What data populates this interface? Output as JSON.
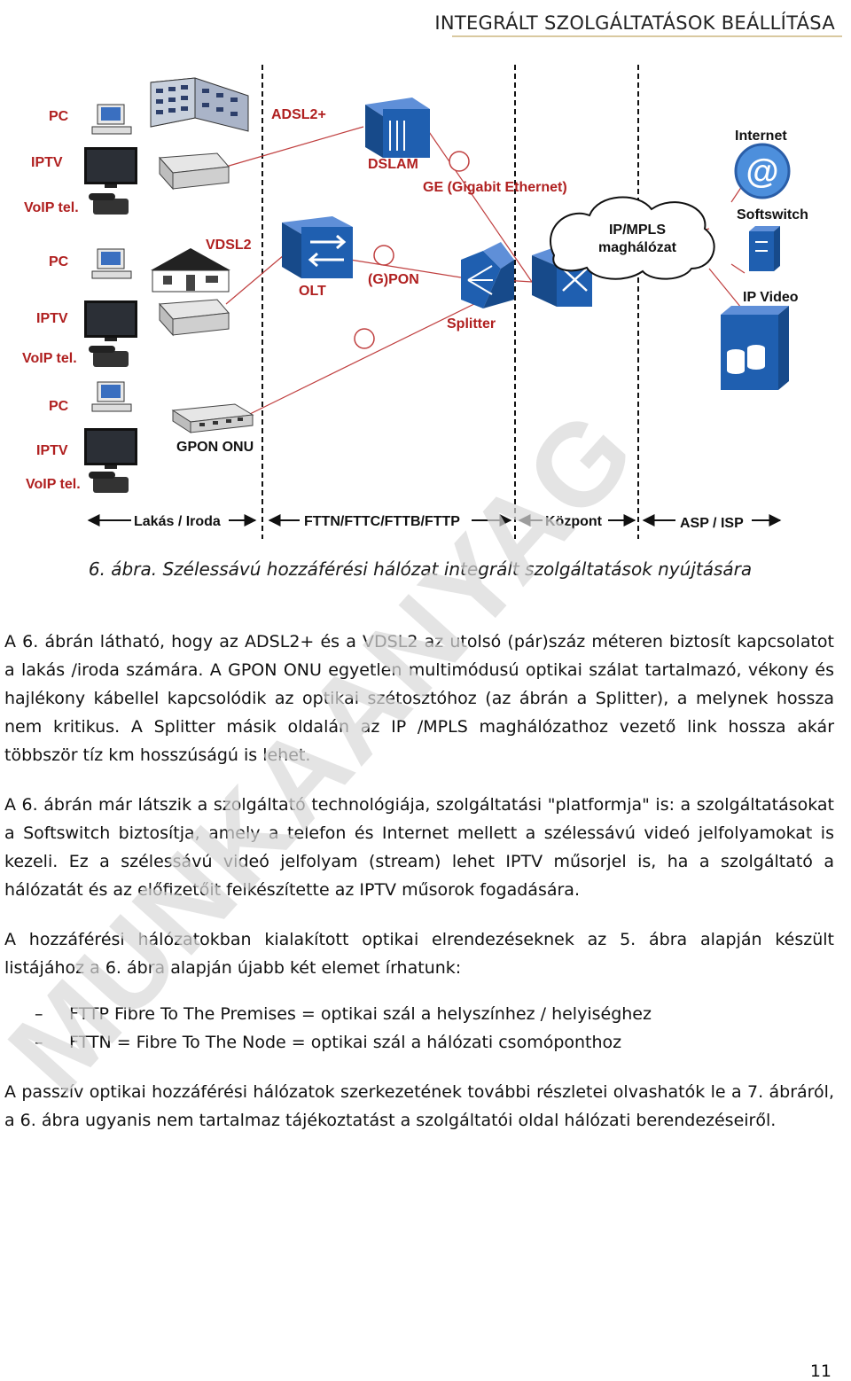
{
  "header": {
    "title": "INTEGRÁLT SZOLGÁLTATÁSOK BEÁLLÍTÁSA"
  },
  "diagram": {
    "groups": [
      {
        "pc": "PC",
        "iptv": "IPTV",
        "voip": "VoIP tel."
      },
      {
        "pc": "PC",
        "iptv": "IPTV",
        "voip": "VoIP tel."
      },
      {
        "pc": "PC",
        "iptv": "IPTV",
        "voip": "VoIP tel."
      }
    ],
    "labels": {
      "adsl2": "ADSL2+",
      "dslam": "DSLAM",
      "ge": "GE (Gigabit Ethernet)",
      "vdsl2": "VDSL2",
      "olt": "OLT",
      "gpon": "(G)PON",
      "splitter": "Splitter",
      "mpls_line1": "IP/MPLS",
      "mpls_line2": "maghálózat",
      "internet": "Internet",
      "softswitch": "Softswitch",
      "ip_video": "IP Video",
      "gpon_onu": "GPON ONU"
    },
    "zones": {
      "home": "Lakás / Iroda",
      "access": "FTTN/FTTC/FTTB/FTTP",
      "center": "Központ",
      "asp": "ASP / ISP"
    }
  },
  "caption": "6. ábra. Szélessávú hozzáférési hálózat integrált szolgáltatások nyújtására",
  "paragraphs": [
    "A 6. ábrán látható, hogy az ADSL2+ és a VDSL2 az utolsó (pár)száz méteren biztosít kapcsolatot a lakás /iroda számára. A GPON ONU egyetlen multimódusú optikai szálat tartalmazó, vékony és hajlékony kábellel kapcsolódik az optikai szétosztóhoz (az ábrán a Splitter), a melynek hossza nem kritikus. A Splitter másik oldalán az IP /MPLS maghálózathoz vezető link hossza akár többször tíz km hosszúságú is lehet.",
    "A 6. ábrán már látszik a szolgáltató technológiája, szolgáltatási \"platformja\" is: a szolgáltatásokat a Softswitch biztosítja, amely a telefon és Internet mellett a szélessávú videó jelfolyamokat is kezeli. Ez a szélessávú videó jelfolyam (stream) lehet IPTV műsorjel is, ha a szolgáltató a hálózatát és az előfizetőit felkészítette az IPTV műsorok fogadására.",
    "A hozzáférési hálózatokban kialakított optikai elrendezéseknek az 5. ábra alapján készült listájához a 6. ábra alapján újabb két elemet írhatunk:"
  ],
  "list": [
    {
      "dash": "–",
      "text": "FTTP Fibre To The Premises = optikai szál a helyszínhez / helyiséghez"
    },
    {
      "dash": "–",
      "text": "FTTN = Fibre To The Node = optikai szál a hálózati csomóponthoz"
    }
  ],
  "final_paragraph": "A passzív optikai hozzáférési hálózatok szerkezetének további részletei olvashatók le a 7. ábráról, a 6. ábra ugyanis nem tartalmaz tájékoztatást a szolgáltatói oldal hálózati berendezéseiről.",
  "watermark": "MUNKAANYAG",
  "page_number": "11",
  "colors": {
    "device_blue": "#1f5fb0",
    "label_red": "#b02020",
    "link_red": "#c04040",
    "watermark": "#d8d8d8"
  }
}
